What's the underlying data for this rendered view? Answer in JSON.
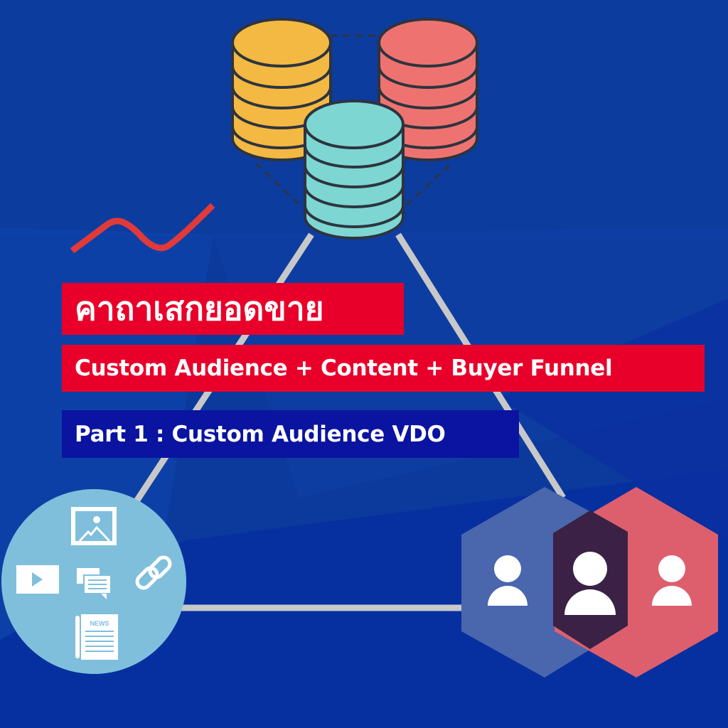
{
  "headline": {
    "title": "คาถาเสกยอดขาย",
    "subtitle": "Custom Audience + Content + Buyer Funnel",
    "part": "Part 1 : Custom Audience VDO"
  },
  "diagram": {
    "nodes": [
      {
        "id": "databases",
        "icon": "database-stack-icon",
        "count": 3
      },
      {
        "id": "content",
        "icons": [
          "image-icon",
          "video-play-icon",
          "chat-icon",
          "link-icon",
          "newspaper-icon"
        ],
        "newspaper_label": "NEWS"
      },
      {
        "id": "audience",
        "icons": [
          "user-icon",
          "user-icon",
          "user-icon"
        ]
      }
    ]
  },
  "colors": {
    "background": "#0c3a9c",
    "banner_red": "#e8002a",
    "banner_blue": "#0a14a0",
    "db_yellow": "#f4b942",
    "db_red": "#ee7370",
    "db_teal": "#7dd6d2",
    "content_circle": "#7fbfdc",
    "hex_blue": "#4a66ad",
    "hex_red": "#dd5f6d",
    "hex_overlap": "#3a2145",
    "connector": "#c8c8c8",
    "squiggle": "#e03a3a"
  }
}
